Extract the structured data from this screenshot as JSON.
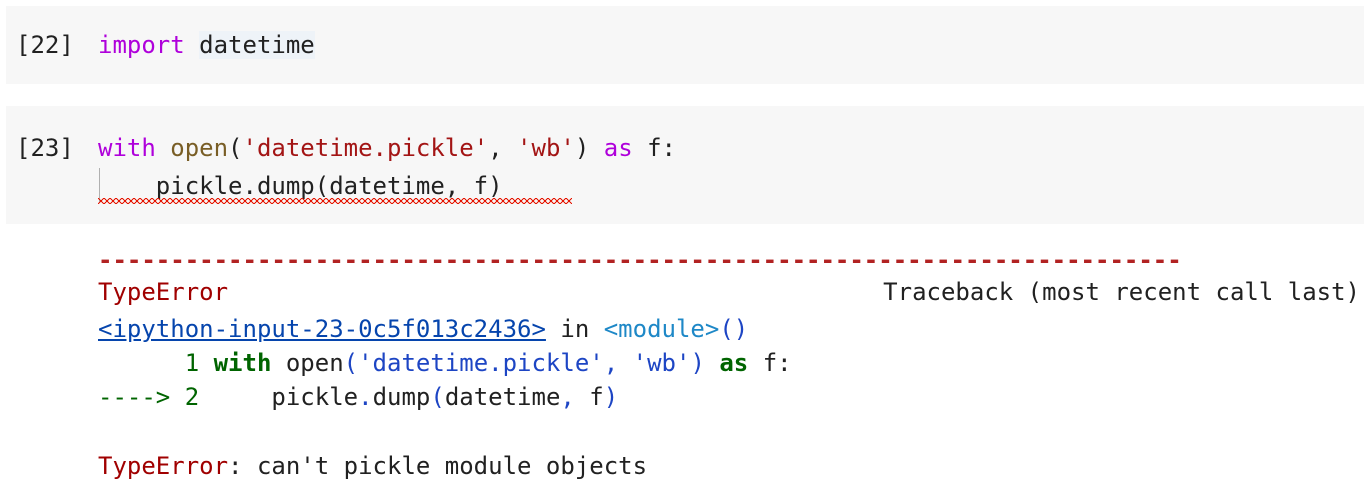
{
  "cells": [
    {
      "prompt": "[22]",
      "tokens": {
        "kw": "import",
        "name": "datetime"
      }
    },
    {
      "prompt": "[23]",
      "line1": {
        "with": "with",
        "open": "open",
        "lparen": "(",
        "arg1": "'datetime.pickle'",
        "comma": ", ",
        "arg2": "'wb'",
        "rparen": ") ",
        "as": "as",
        "target": " f:"
      },
      "line2": "    pickle.dump(datetime, f)"
    }
  ],
  "output": {
    "dashes": "---------------------------------------------------------------------------",
    "error_type": "TypeError",
    "traceback_header": "Traceback (most recent call last)",
    "location_link": "<ipython-input-23-0c5f013c2436>",
    "location_in": " in ",
    "location_module": "<module>",
    "location_parens": "()",
    "tb_line1": {
      "prefix": "      1 ",
      "with": "with",
      "open": " open",
      "lparen": "(",
      "arg1": "'datetime.pickle'",
      "comma": ", ",
      "arg2": "'wb'",
      "rparen": ")",
      "as": " as",
      "target": " f:"
    },
    "tb_line2": {
      "arrow": "----> 2",
      "indent": "     pickle",
      "dot": ".",
      "dump": "dump",
      "lparen": "(",
      "args": "datetime",
      "comma": ",",
      "f": " f",
      "rparen": ")"
    },
    "final_error_type": "TypeError",
    "final_message": ": can't pickle module objects"
  },
  "colors": {
    "keyword": "#af00db",
    "function": "#795e26",
    "string": "#a31515",
    "error": "#a00000",
    "link": "#0645ad",
    "cell_background": "#f7f7f7"
  }
}
